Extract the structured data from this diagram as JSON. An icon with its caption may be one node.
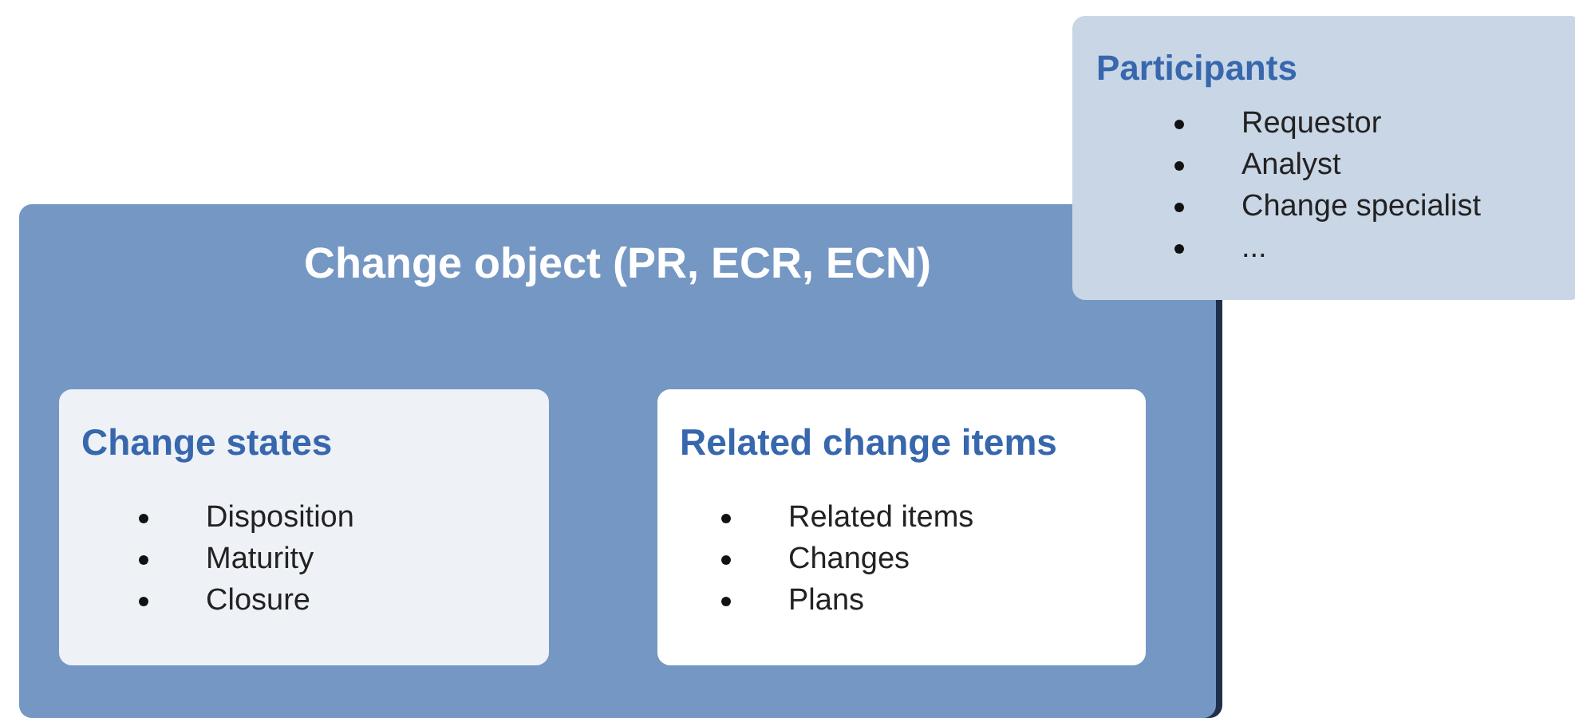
{
  "diagram": {
    "nodes": [
      {
        "text": [
          "Change object (PR, ECR, ECN)"
        ]
      },
      {
        "text": [
          "Change states",
          "Disposition",
          "Maturity",
          "Closure"
        ],
        "in": 0
      },
      {
        "text": [
          "Related change items",
          "Related items",
          "Changes",
          "Plans"
        ],
        "in": 0
      },
      {
        "text": [
          "Participants",
          "Requestor",
          "Analyst",
          "Change specialist",
          "..."
        ]
      }
    ]
  }
}
